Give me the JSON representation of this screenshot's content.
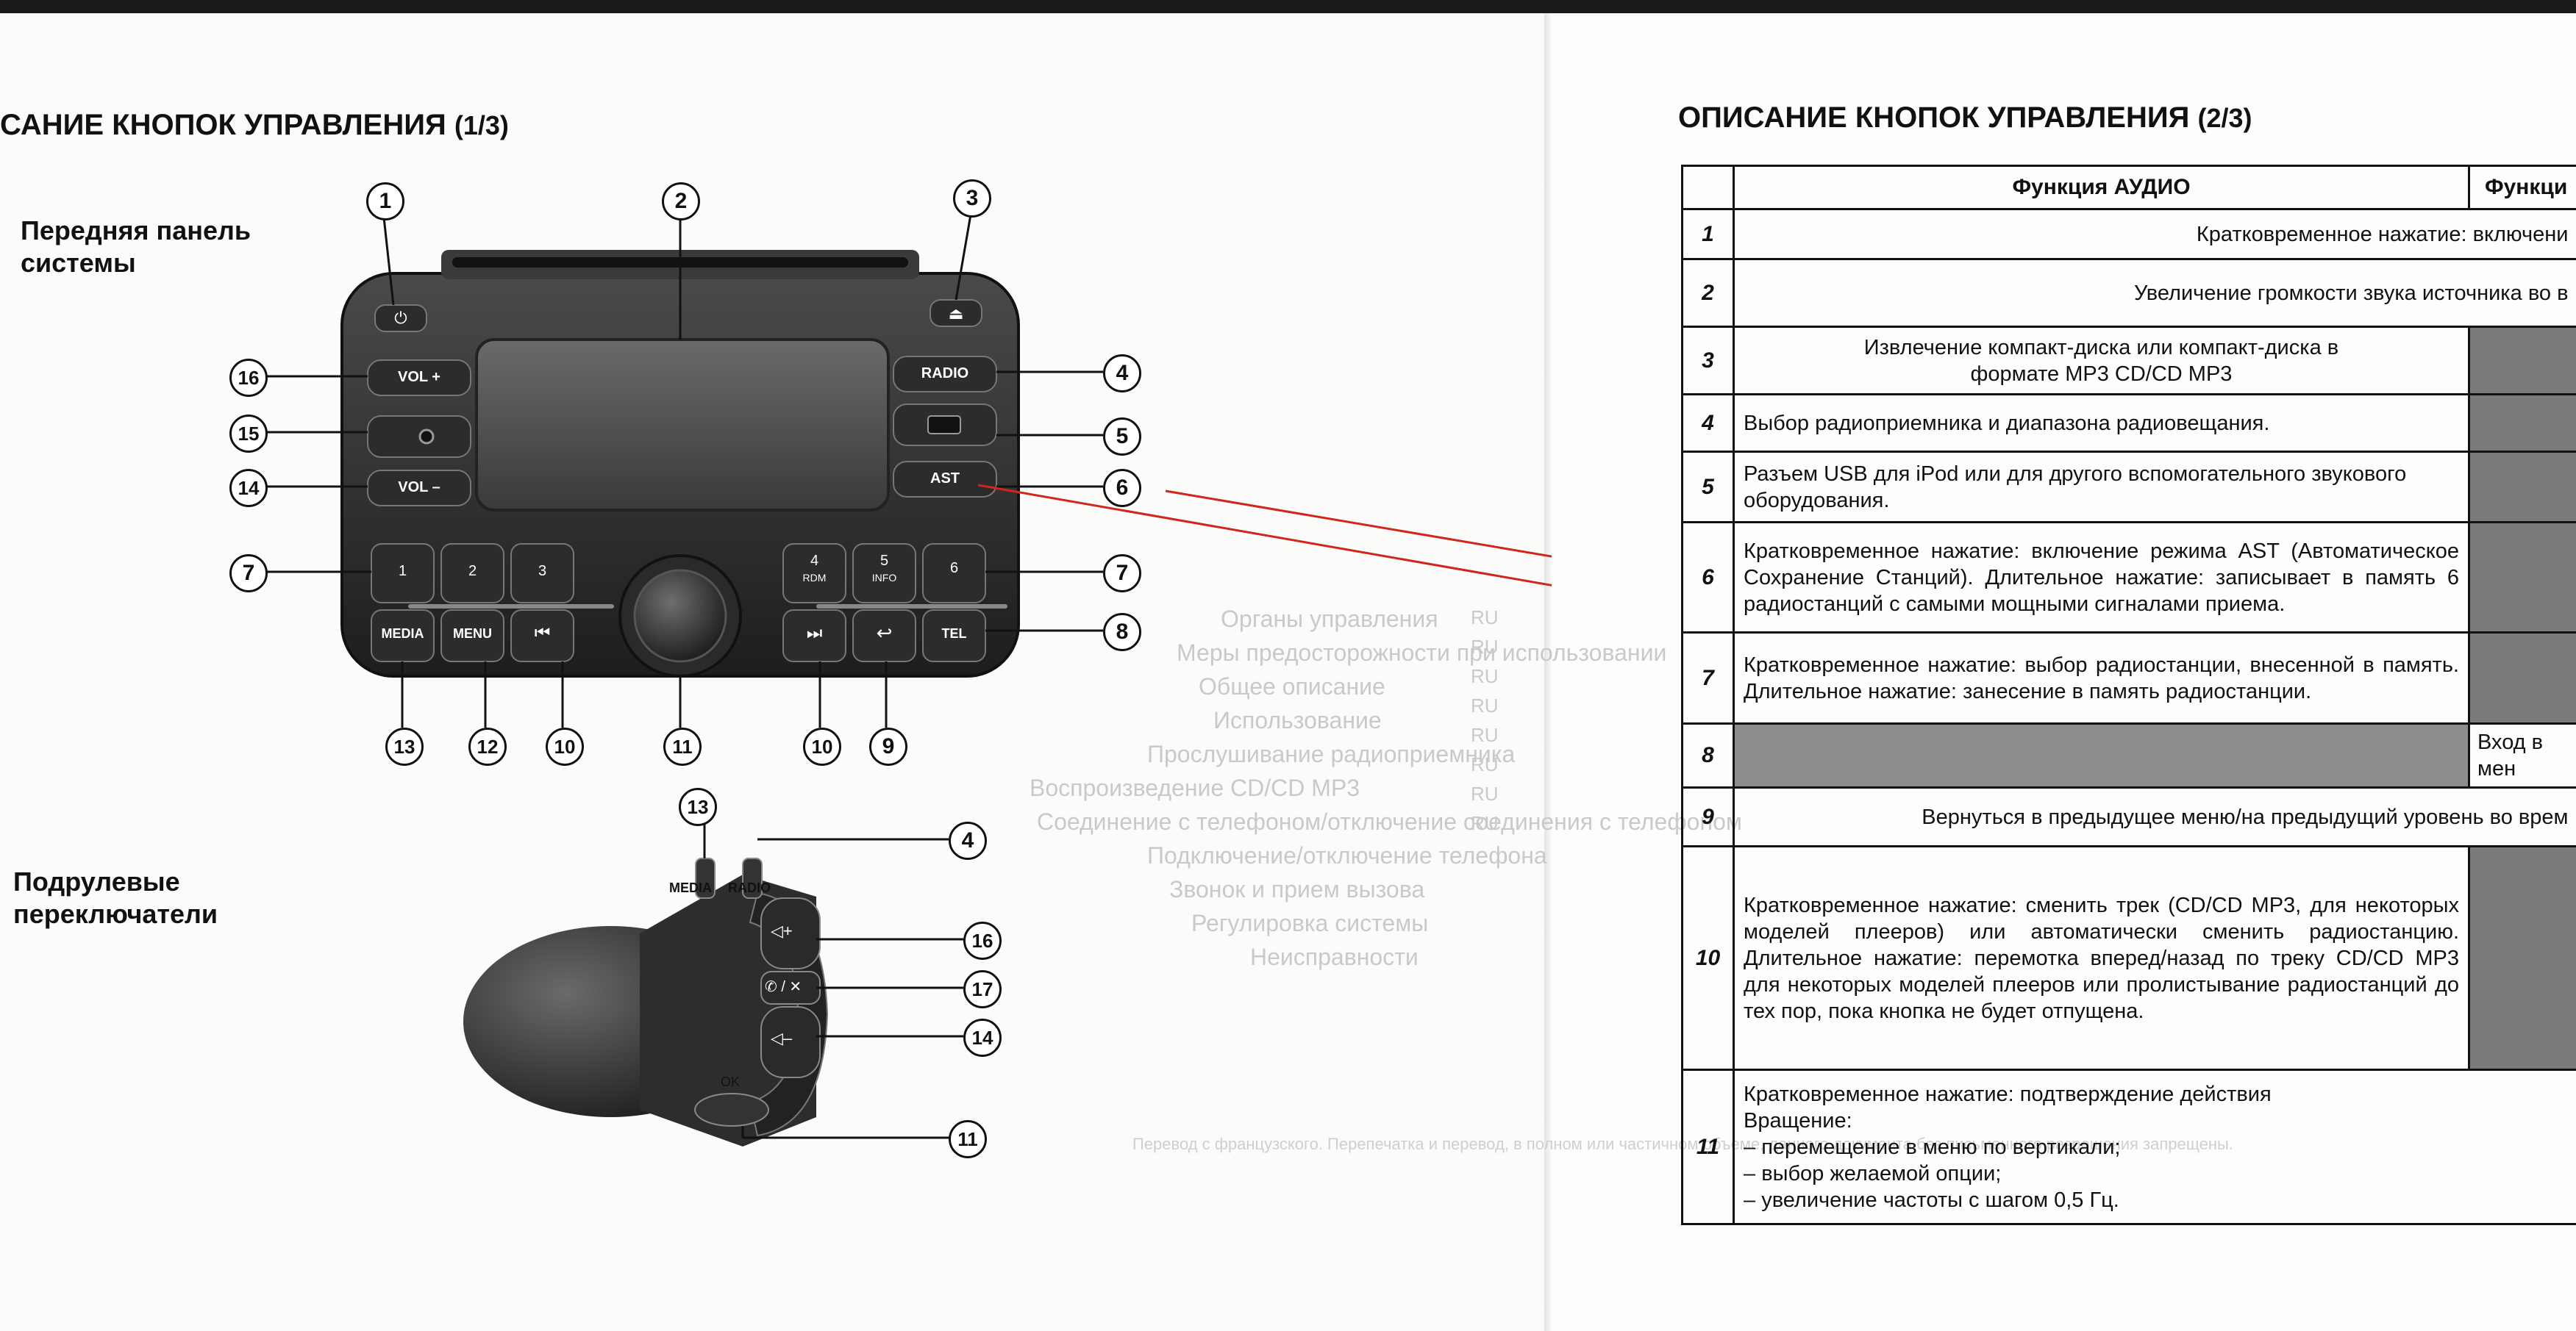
{
  "left_page": {
    "title": "САНИЕ КНОПОК УПРАВЛЕНИЯ",
    "title_part": "(1/3)",
    "front_panel_label": "Передняя панель системы",
    "steering_label": "Подрулевые переключатели",
    "radio_buttons": {
      "power": "⏻",
      "eject": "⏏",
      "vol_plus": "VOL +",
      "vol_minus": "VOL –",
      "radio": "RADIO",
      "ast": "AST",
      "p1": "1",
      "p2": "2",
      "p3": "3",
      "p4": "4",
      "p4_sub": "RDM",
      "p5": "5",
      "p5_sub": "INFO",
      "p6": "6",
      "media": "MEDIA",
      "menu": "MENU",
      "prev": "⏮",
      "next": "⏭",
      "back": "↩",
      "tel": "TEL"
    },
    "stalk_labels": {
      "media": "MEDIA",
      "radio": "RADIO",
      "ok": "OK",
      "vol_up": "◁+",
      "phone_mute": "✆ / ✕",
      "vol_down": "◁–"
    },
    "callouts": [
      "1",
      "2",
      "3",
      "4",
      "5",
      "6",
      "7",
      "8",
      "9",
      "10",
      "11",
      "12",
      "13",
      "14",
      "15",
      "16",
      "17"
    ]
  },
  "right_page": {
    "title": "ОПИСАНИЕ КНОПОК УПРАВЛЕНИЯ",
    "title_part": "(2/3)",
    "table": {
      "header_audio": "Функция АУДИО",
      "header_other": "Функци",
      "rows": [
        {
          "num": "1",
          "text": "Кратковременное нажатие: включени"
        },
        {
          "num": "2",
          "text": "Увеличение громкости звука источника во в"
        },
        {
          "num": "3",
          "text": "Извлечение компакт-диска или компакт-диска в формате MP3 CD/CD MP3"
        },
        {
          "num": "4",
          "text": "Выбор радиоприемника и диапазона радиовещания."
        },
        {
          "num": "5",
          "text": "Разъем USB для iPod или для другого вспомогательного звукового оборудования."
        },
        {
          "num": "6",
          "text": "Кратковременное нажатие: включение режима AST (Автоматическое Сохранение Станций). Длительное нажатие: записывает в память 6 радиостанций с самыми мощными сигналами приема."
        },
        {
          "num": "7",
          "text": "Кратковременное нажатие: выбор радиостанции, внесенной в память. Длительное нажатие: занесение в память радиостанции."
        },
        {
          "num": "8",
          "text": "Вход в мен"
        },
        {
          "num": "9",
          "text": "Вернуться в предыдущее меню/на предыдущий уровень во врем"
        },
        {
          "num": "10",
          "text": "Кратковременное нажатие: сменить трек (CD/CD MP3, для некоторых моделей плееров) или автоматически сменить радиостанцию. Длительное нажатие: перемотка вперед/назад по треку CD/CD MP3 для некоторых моделей плееров или пролистывание радиостанций до тех пор, пока кнопка не будет отпущена."
        },
        {
          "num": "11",
          "text_intro": "Кратковременное нажатие: подтверждение действия",
          "text_rot": "Вращение:",
          "items": [
            "перемещение в меню по вертикали;",
            "выбор желаемой опции;",
            "увеличение частоты с шагом 0,5 Гц."
          ]
        }
      ]
    }
  },
  "colors": {
    "arrow": "#d0261c",
    "shade": "#7a7a7a",
    "radio_body": "#2b2b2b"
  }
}
